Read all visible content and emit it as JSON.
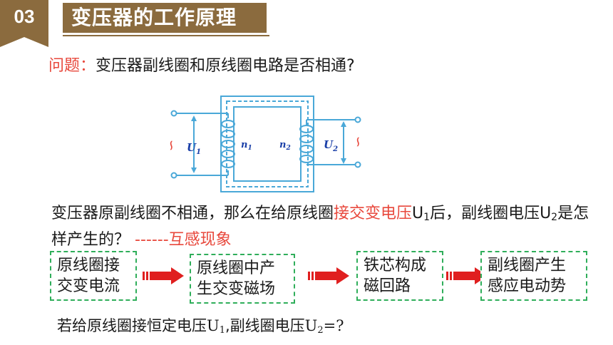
{
  "section": {
    "number": "03",
    "title": "变压器的工作原理"
  },
  "question": {
    "label": "问题：",
    "text": "变压器副线圈和原线圈电路是否相通?"
  },
  "diagram": {
    "left_symbol": "∽",
    "right_symbol": "∽",
    "u1": "U",
    "u1_sub": "1",
    "u2": "U",
    "u2_sub": "2",
    "n1": "n",
    "n1_sub": "1",
    "n2": "n",
    "n2_sub": "2"
  },
  "paragraph": {
    "part1": "变压器原副线圈不相通，那么在给原线圈",
    "highlight1": "接交变电压",
    "part2": "U",
    "part2_sub": "1",
    "part3": "后，副线圈电压U",
    "part3_sub": "2",
    "part4": "是怎样产生的？ ",
    "highlight2": "------互感现象"
  },
  "steps": [
    {
      "line1": "原线圈接",
      "line2": "交变电流"
    },
    {
      "line1": "原线圈中产",
      "line2": "生交变磁场"
    },
    {
      "line1": "铁芯构成",
      "line2": "磁回路"
    },
    {
      "line1": "副线圈产生",
      "line2": "感应电动势"
    }
  ],
  "bottom": {
    "part1": "若给原线圈接恒定电压",
    "u1": "U",
    "u1_sub": "1",
    "part2": ",副线圈电压",
    "u2": "U",
    "u2_sub": "2",
    "part3": "=?"
  },
  "colors": {
    "accent": "#8b6b3e",
    "highlight": "#e8483c",
    "diagram": "#4aa8d8",
    "dashed_box": "#2fae5a",
    "arrow": "#e01f1f",
    "label_blue": "#1a3fa8"
  }
}
